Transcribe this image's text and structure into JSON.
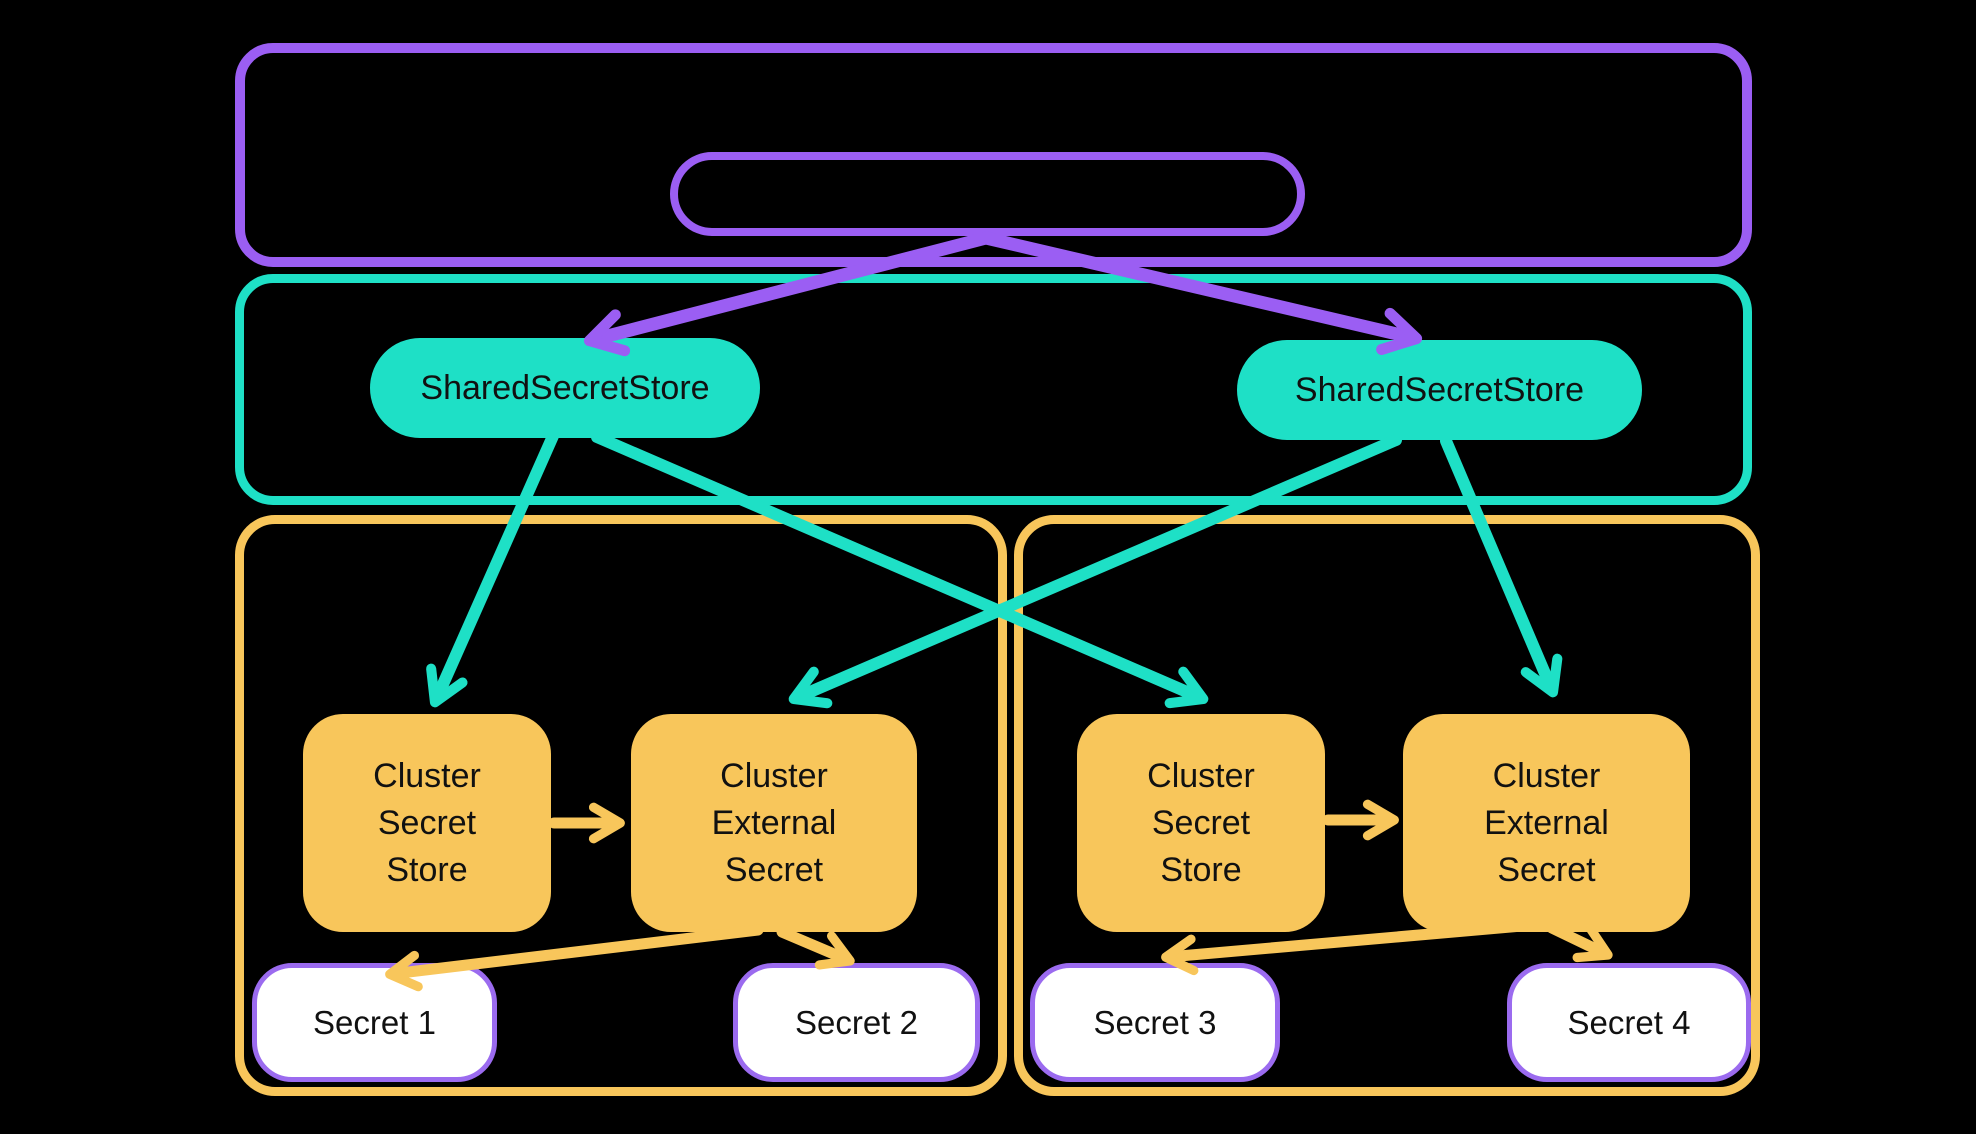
{
  "canvas": {
    "background": "#000000"
  },
  "colors": {
    "purple": "#9B5EF3",
    "teal": "#1EE0C6",
    "yellow": "#F8C65B",
    "secret_border": "#9B6BEF",
    "text": "#111111",
    "secret_fill": "#FFFFFF"
  },
  "nodes": {
    "shared_left": {
      "label": "SharedSecretStore"
    },
    "shared_right": {
      "label": "SharedSecretStore"
    },
    "css_left": {
      "lines": [
        "Cluster",
        "Secret",
        "Store"
      ]
    },
    "ces_left": {
      "lines": [
        "Cluster",
        "External",
        "Secret"
      ]
    },
    "css_right": {
      "lines": [
        "Cluster",
        "Secret",
        "Store"
      ]
    },
    "ces_right": {
      "lines": [
        "Cluster",
        "External",
        "Secret"
      ]
    },
    "secret1": {
      "label": "Secret 1"
    },
    "secret2": {
      "label": "Secret 2"
    },
    "secret3": {
      "label": "Secret 3"
    },
    "secret4": {
      "label": "Secret 4"
    }
  },
  "edges": [
    {
      "from": "top-pill",
      "to": "shared-secret-store-left",
      "color": "purple"
    },
    {
      "from": "top-pill",
      "to": "shared-secret-store-right",
      "color": "purple"
    },
    {
      "from": "shared-secret-store-left",
      "to": "cluster-secret-store-left",
      "color": "teal"
    },
    {
      "from": "shared-secret-store-left",
      "to": "cluster-secret-store-right",
      "color": "teal"
    },
    {
      "from": "shared-secret-store-right",
      "to": "cluster-external-secret-left",
      "color": "teal"
    },
    {
      "from": "shared-secret-store-right",
      "to": "cluster-external-secret-right",
      "color": "teal"
    },
    {
      "from": "cluster-secret-store-left",
      "to": "cluster-external-secret-left",
      "color": "yellow"
    },
    {
      "from": "cluster-secret-store-right",
      "to": "cluster-external-secret-right",
      "color": "yellow"
    },
    {
      "from": "cluster-external-secret-left",
      "to": "secret1",
      "color": "yellow"
    },
    {
      "from": "cluster-external-secret-left",
      "to": "secret2",
      "color": "yellow"
    },
    {
      "from": "cluster-external-secret-right",
      "to": "secret3",
      "color": "yellow"
    },
    {
      "from": "cluster-external-secret-right",
      "to": "secret4",
      "color": "yellow"
    }
  ]
}
